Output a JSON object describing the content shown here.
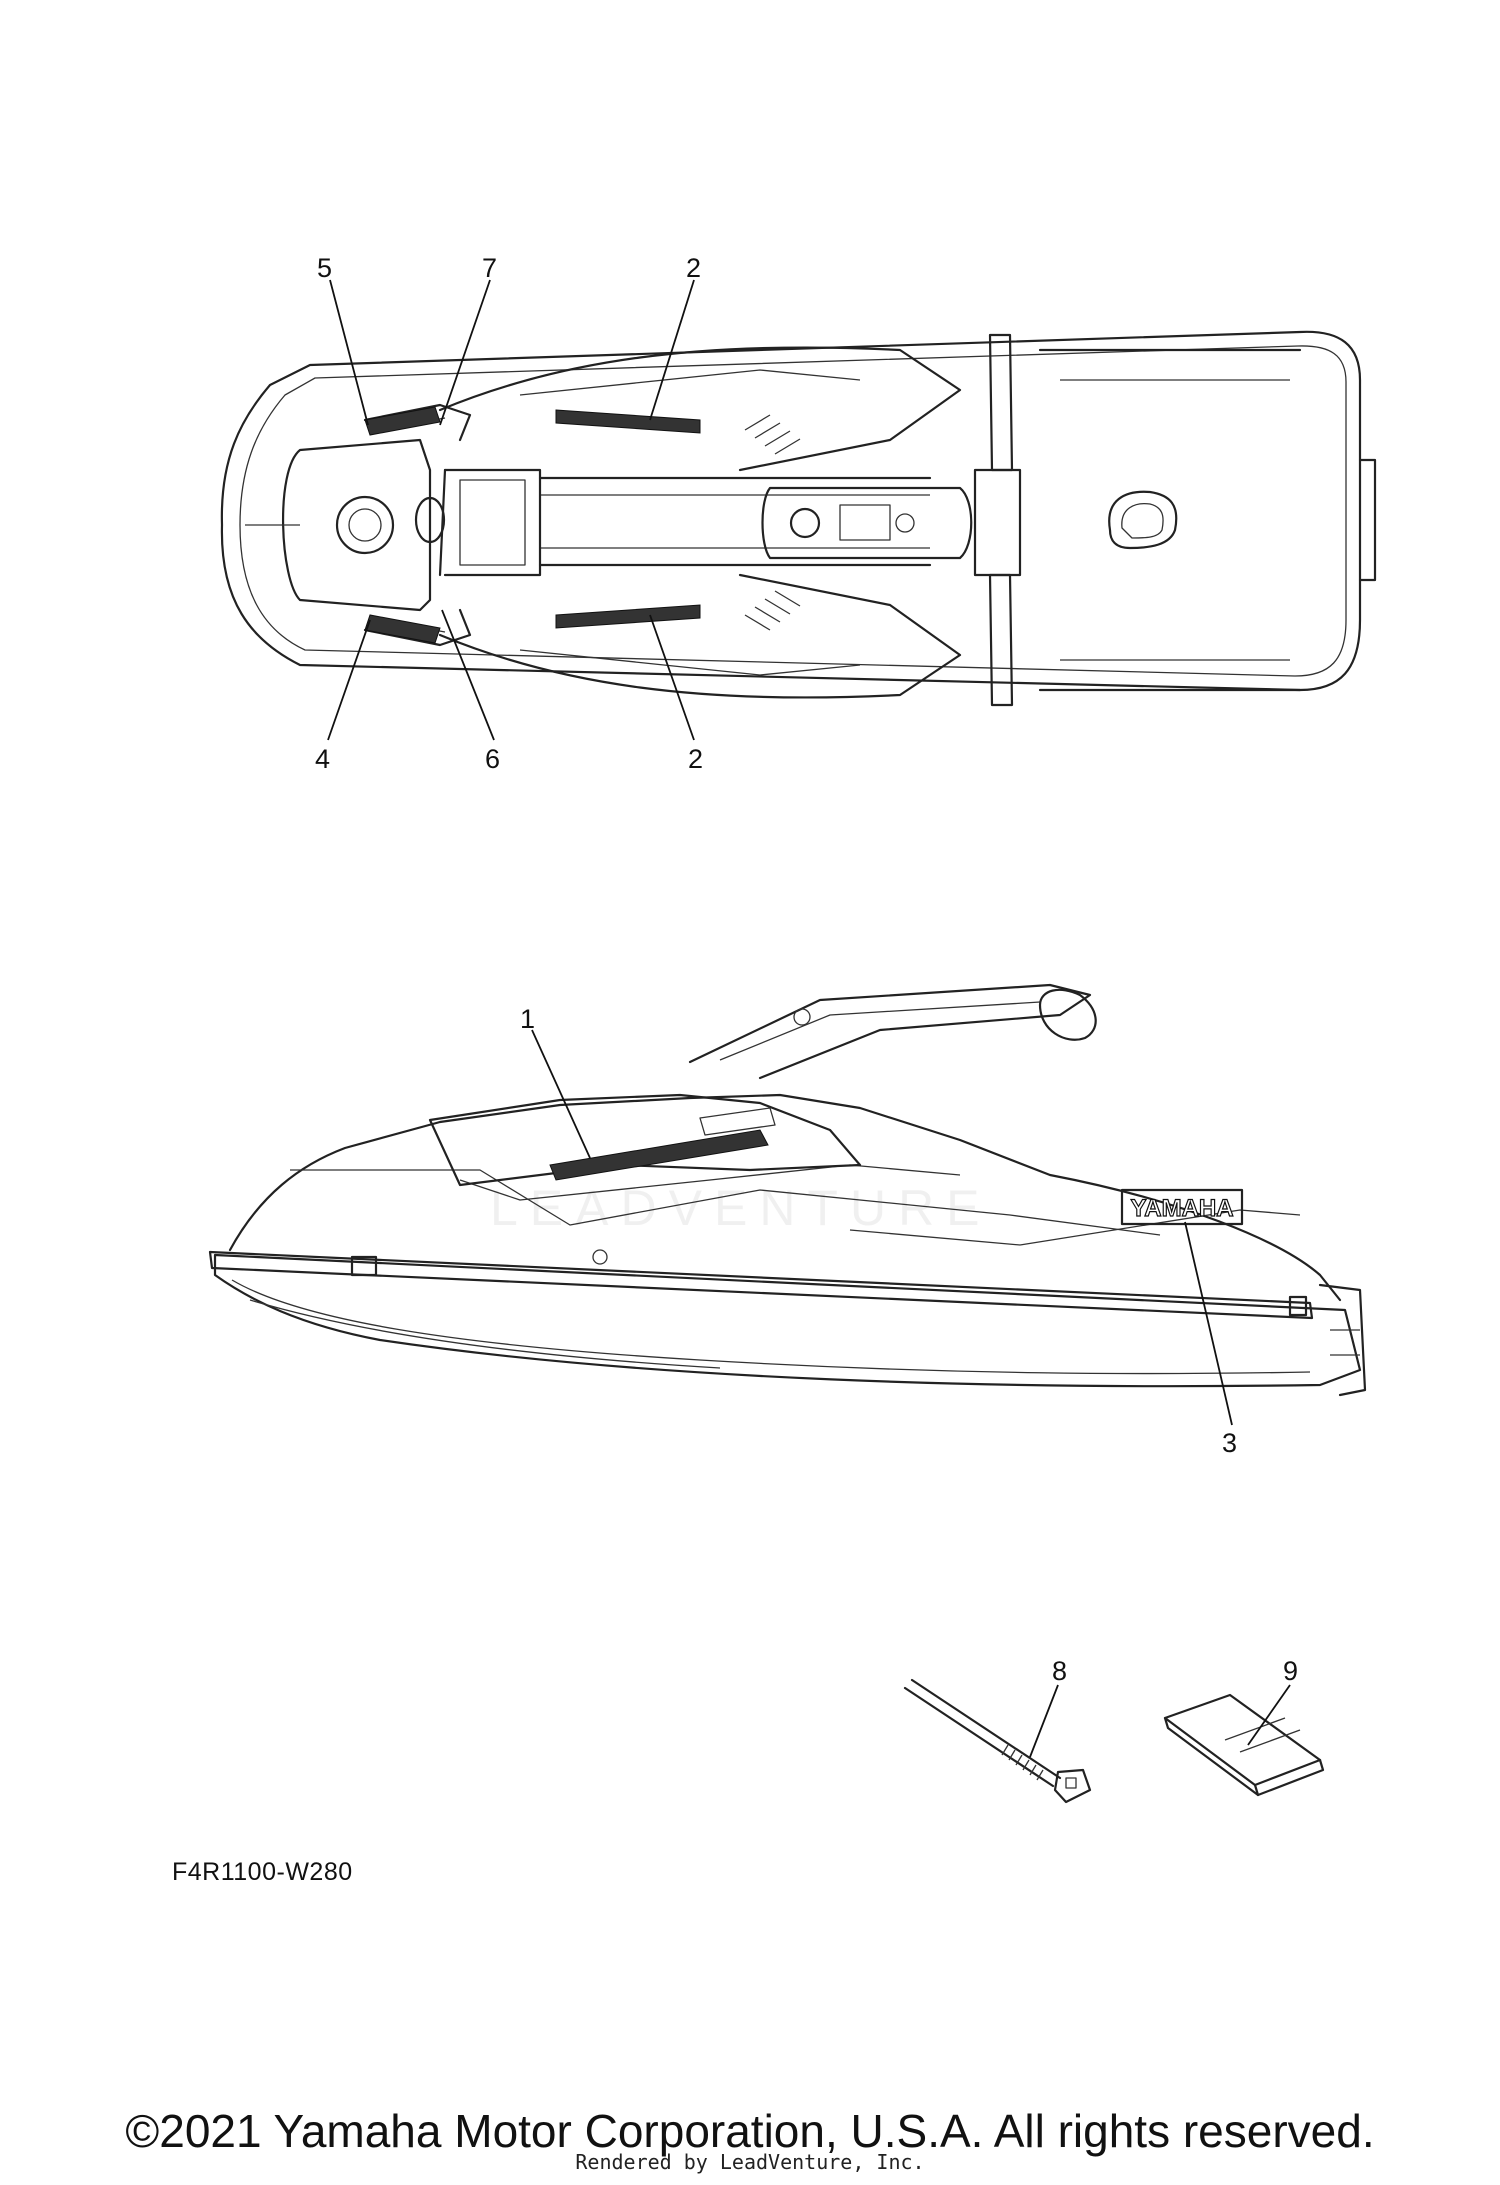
{
  "callouts": {
    "top_view": [
      "5",
      "7",
      "2",
      "4",
      "6",
      "2"
    ],
    "side_view": [
      "1",
      "3"
    ],
    "accessories": [
      "8",
      "9"
    ]
  },
  "side_decal_text": "YAMAHA",
  "watermark_text": "LEADVENTURE",
  "diagram_code": "F4R1100-W280",
  "copyright": "©2021 Yamaha Motor Corporation, U.S.A. All rights reserved.",
  "rendered_by": "Rendered by LeadVenture, Inc."
}
